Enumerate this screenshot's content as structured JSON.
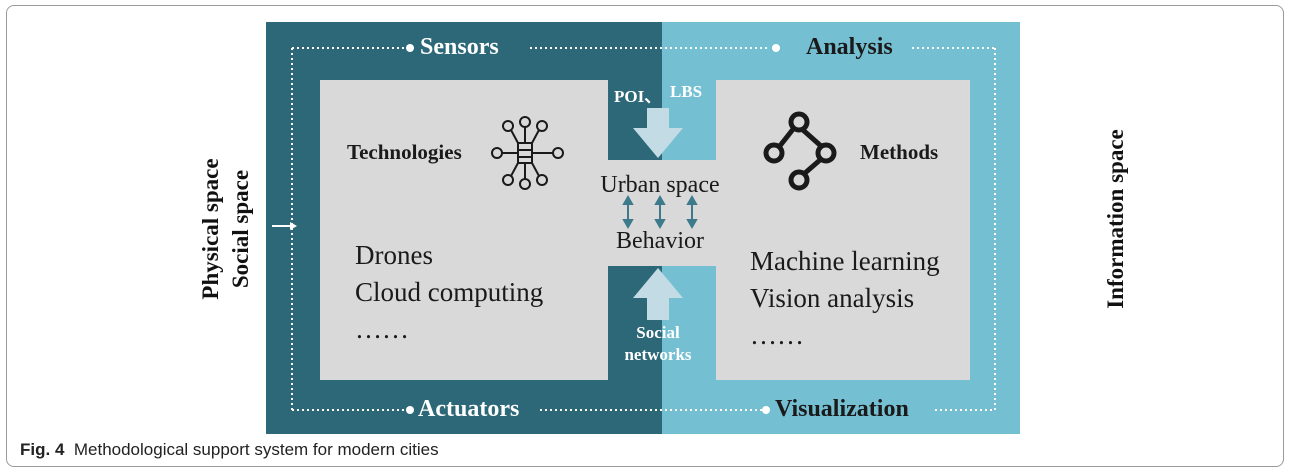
{
  "left_side_labels": [
    "Physical space",
    "Social space"
  ],
  "right_side_label": "Information space",
  "top_left_label": "Sensors",
  "top_right_label": "Analysis",
  "bottom_left_label": "Actuators",
  "bottom_right_label": "Visualization",
  "top_center_label": {
    "left": "POI、",
    "right": "LBS"
  },
  "technologies": {
    "title": "Technologies",
    "items": [
      "Drones",
      "Cloud computing",
      "……"
    ]
  },
  "methods": {
    "title": "Methods",
    "items": [
      "Machine learning",
      "Vision analysis",
      "……"
    ]
  },
  "center": {
    "top": "Urban space",
    "bottom": "Behavior"
  },
  "bottom_center_label": [
    "Social",
    "networks"
  ],
  "caption": {
    "label": "Fig. 4",
    "text": "Methodological support system for modern cities"
  },
  "colors": {
    "dark_teal": "#2c6878",
    "light_teal": "#74bfd2",
    "gray": "#d9d9d9",
    "arrow": "#3d7a8c"
  }
}
